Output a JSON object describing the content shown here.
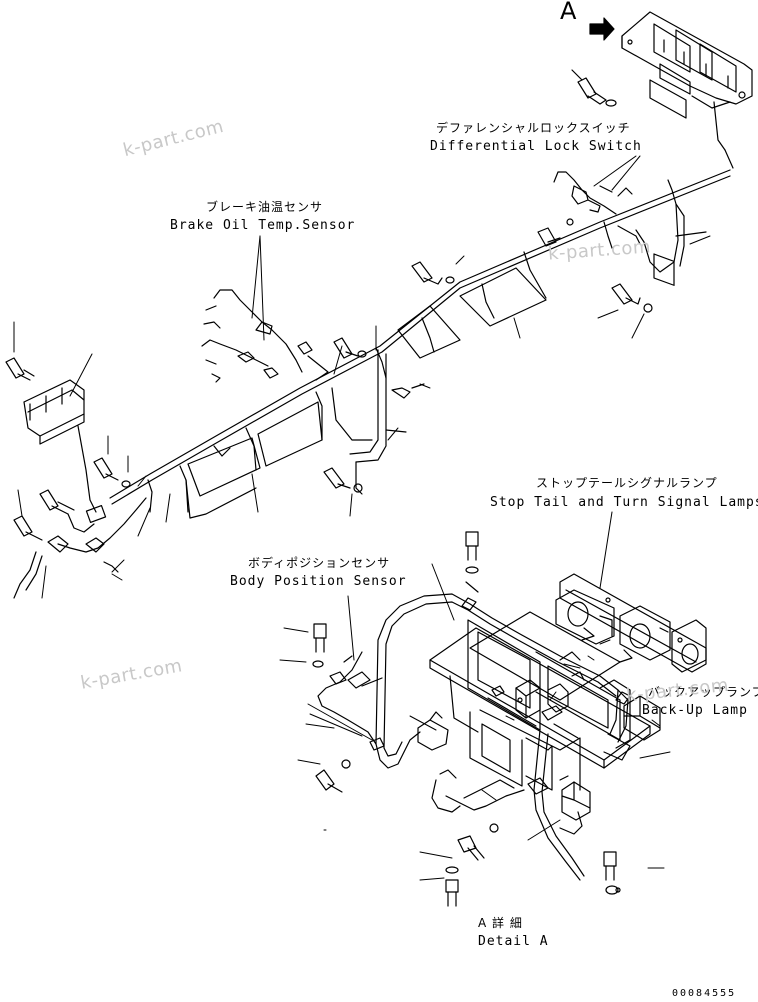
{
  "view_marker": "A",
  "labels": {
    "diff_lock_jp": "デファレンシャルロックスイッチ",
    "diff_lock_en": "Differential Lock Switch",
    "brake_oil_jp": "ブレーキ油温センサ",
    "brake_oil_en": "Brake Oil Temp.Sensor",
    "stop_tail_jp": "ストップテールシグナルランプ",
    "stop_tail_en": "Stop Tail and Turn Signal Lamps",
    "body_pos_jp": "ボディポジションセンサ",
    "body_pos_en": "Body Position Sensor",
    "backup_jp": "バックアップランプ",
    "backup_en": "Back-Up Lamp",
    "detail_jp": "A 詳 細",
    "detail_en": "Detail A"
  },
  "watermark": "k-part.com",
  "drawing_id": "00084555"
}
